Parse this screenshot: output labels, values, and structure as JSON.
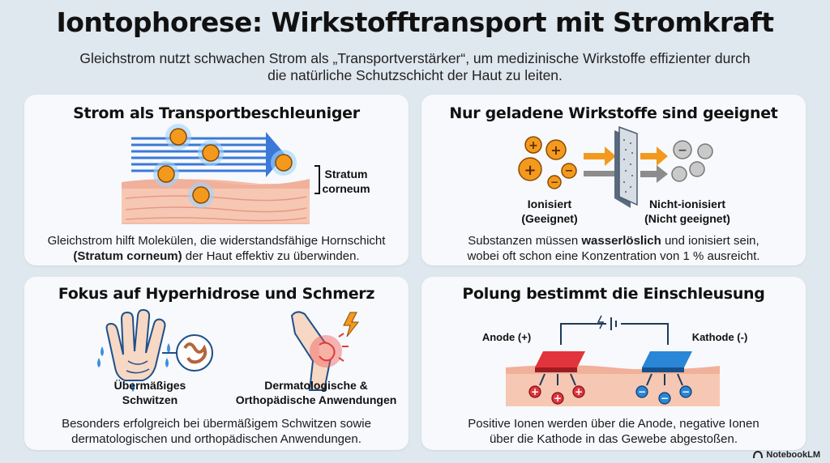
{
  "header": {
    "title": "Iontophorese: Wirkstofftransport mit Stromkraft",
    "subtitle": "Gleichstrom nutzt schwachen Strom als „Transportverstärker“, um medizinische Wirkstoffe effizienter durch die natürliche Schutzschicht der Haut zu leiten."
  },
  "panels": {
    "transport": {
      "title": "Strom als Transportbeschleuniger",
      "label_line1": "Stratum",
      "label_line2": "corneum",
      "caption_a": "Gleichstrom hilft Molekülen, die widerstandsfähige Hornschicht",
      "caption_b_bold": "(Stratum corneum)",
      "caption_b_rest": " der Haut effektiv zu überwinden."
    },
    "charged": {
      "title": "Nur geladene Wirkstoffe sind geeignet",
      "left_line1": "Ionisiert",
      "left_line2": "(Geeignet)",
      "right_line1": "Nicht-ionisiert",
      "right_line2": "(Nicht geeignet)",
      "caption_a_pre": "Substanzen müssen ",
      "caption_a_bold": "wasserlöslich",
      "caption_a_post": " und ionisiert sein,",
      "caption_b": "wobei oft schon eine Konzentration von 1 % ausreicht."
    },
    "focus": {
      "title": "Fokus auf Hyperhidrose und Schmerz",
      "left_line1": "Übermäßiges",
      "left_line2": "Schwitzen",
      "right_line1": "Dermatologische &",
      "right_line2": "Orthopädische Anwendungen",
      "caption_a": "Besonders erfolgreich bei übermäßigem Schwitzen sowie",
      "caption_b": "dermatologischen und orthopädischen Anwendungen."
    },
    "polarity": {
      "title": "Polung bestimmt die Einschleusung",
      "anode": "Anode (+)",
      "cathode": "Kathode (-)",
      "caption_a": "Positive Ionen werden über die Anode, negative Ionen",
      "caption_b": "über die Kathode in das Gewebe abgestoßen."
    }
  },
  "footer": {
    "brand": "NotebookLM"
  },
  "colors": {
    "ion_orange": "#f39a1e",
    "anode_red": "#e2343c",
    "cathode_blue": "#2a86d6",
    "skin": "#f6c7b3",
    "background": "#dfe7ef"
  }
}
